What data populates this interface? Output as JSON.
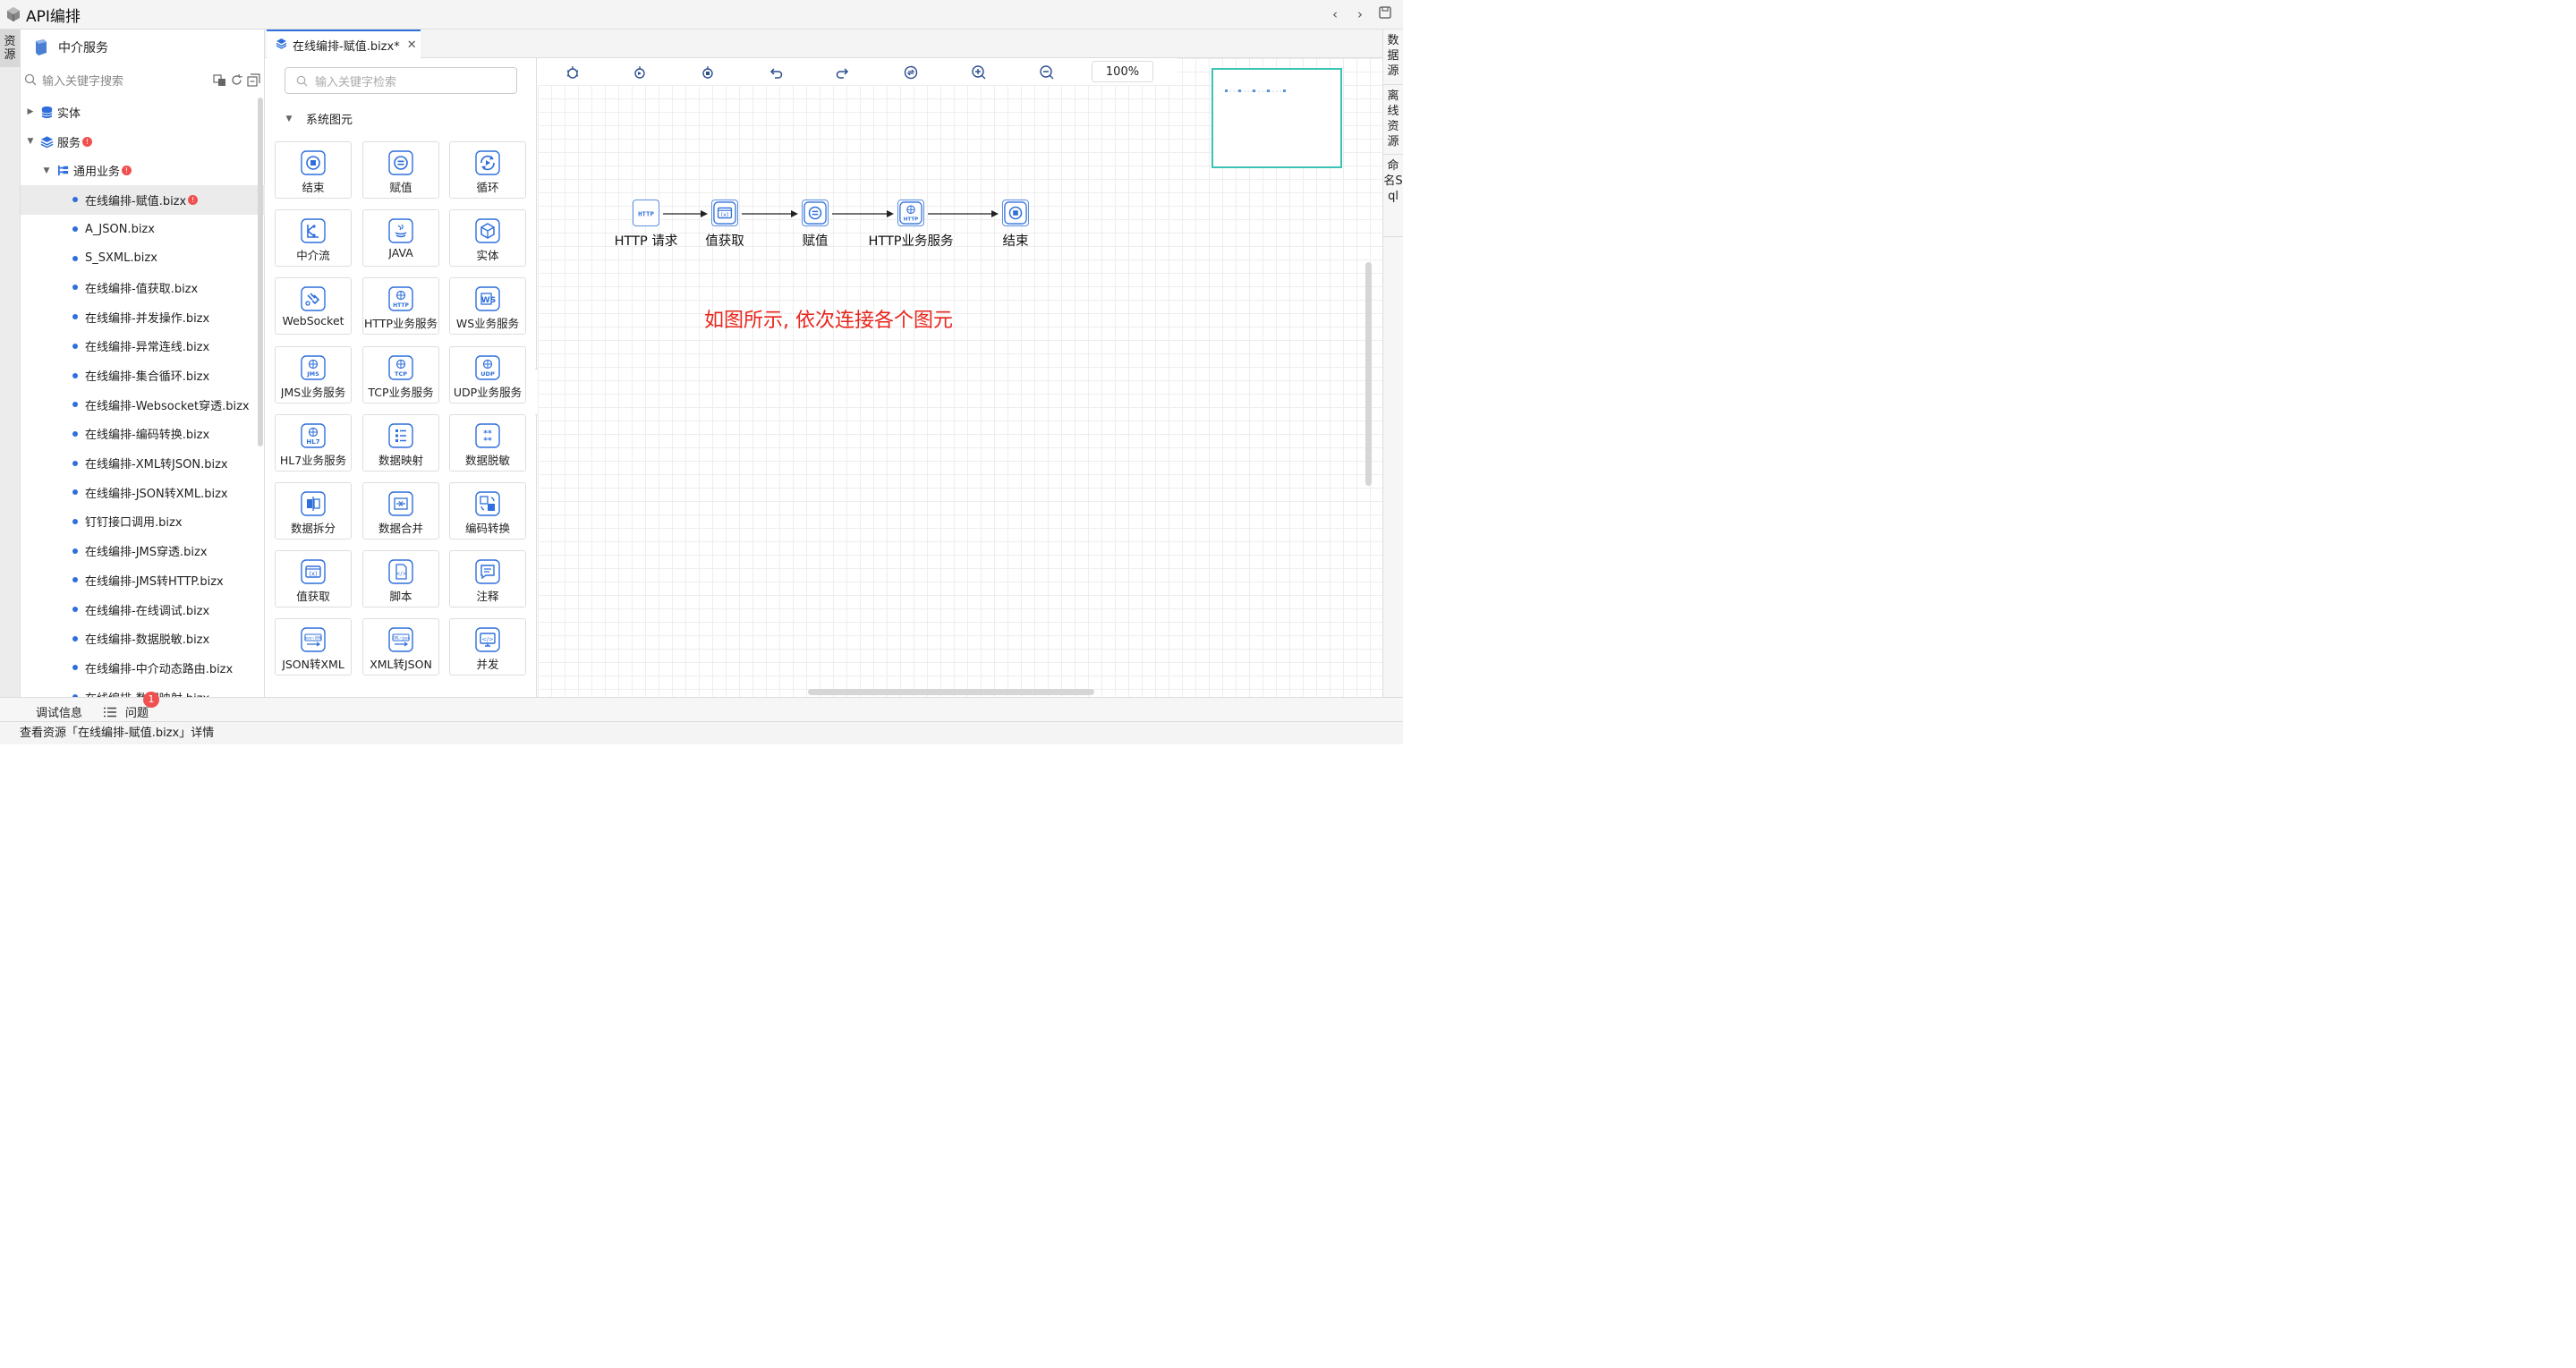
{
  "app": {
    "title": "API编排"
  },
  "left_rail": {
    "tab": "资源"
  },
  "right_rail": {
    "tabs": [
      "数据源",
      "离线资源",
      "命名Sql"
    ]
  },
  "resource_panel": {
    "header": "中介服务",
    "search_placeholder": "输入关键字搜索",
    "tree": [
      {
        "label": "实体",
        "level": 0,
        "caret": "▶",
        "icon": "database-icon"
      },
      {
        "label": "服务",
        "level": 0,
        "caret": "▼",
        "icon": "layers-icon",
        "badge": "!"
      },
      {
        "label": "通用业务",
        "level": 1,
        "caret": "▼",
        "icon": "flow-icon",
        "badge": "!"
      },
      {
        "label": "在线编排-赋值.bizx",
        "level": 2,
        "selected": true,
        "badge": "!"
      },
      {
        "label": "A_JSON.bizx",
        "level": 2
      },
      {
        "label": "S_SXML.bizx",
        "level": 2
      },
      {
        "label": "在线编排-值获取.bizx",
        "level": 2
      },
      {
        "label": "在线编排-并发操作.bizx",
        "level": 2
      },
      {
        "label": "在线编排-异常连线.bizx",
        "level": 2
      },
      {
        "label": "在线编排-集合循环.bizx",
        "level": 2
      },
      {
        "label": "在线编排-Websocket穿透.bizx",
        "level": 2
      },
      {
        "label": "在线编排-编码转换.bizx",
        "level": 2
      },
      {
        "label": "在线编排-XML转JSON.bizx",
        "level": 2
      },
      {
        "label": "在线编排-JSON转XML.bizx",
        "level": 2
      },
      {
        "label": "钉钉接口调用.bizx",
        "level": 2
      },
      {
        "label": "在线编排-JMS穿透.bizx",
        "level": 2
      },
      {
        "label": "在线编排-JMS转HTTP.bizx",
        "level": 2
      },
      {
        "label": "在线编排-在线调试.bizx",
        "level": 2
      },
      {
        "label": "在线编排-数据脱敏.bizx",
        "level": 2
      },
      {
        "label": "在线编排-中介动态路由.bizx",
        "level": 2
      },
      {
        "label": "在线编排-数据映射.bizx",
        "level": 2
      }
    ]
  },
  "editor_tab": {
    "label": "在线编排-赋值.bizx*",
    "close": "✕"
  },
  "palette": {
    "search_placeholder": "输入关键字检索",
    "section": "系统图元",
    "items": [
      {
        "label": "结束",
        "icon": "stop-icon"
      },
      {
        "label": "赋值",
        "icon": "equals-icon"
      },
      {
        "label": "循环",
        "icon": "loop-icon"
      },
      {
        "label": "中介流",
        "icon": "flow-icon"
      },
      {
        "label": "JAVA",
        "icon": "java-icon"
      },
      {
        "label": "实体",
        "icon": "cube-icon"
      },
      {
        "label": "WebSocket",
        "icon": "websocket-icon"
      },
      {
        "label": "HTTP业务服务",
        "icon": "http-globe-icon"
      },
      {
        "label": "WS业务服务",
        "icon": "ws-icon"
      },
      {
        "label": "JMS业务服务",
        "icon": "jms-icon"
      },
      {
        "label": "TCP业务服务",
        "icon": "tcp-icon"
      },
      {
        "label": "UDP业务服务",
        "icon": "udp-icon"
      },
      {
        "label": "HL7业务服务",
        "icon": "hl7-icon"
      },
      {
        "label": "数据映射",
        "icon": "mapping-icon"
      },
      {
        "label": "数据脱敏",
        "icon": "mask-icon"
      },
      {
        "label": "数据拆分",
        "icon": "split-icon"
      },
      {
        "label": "数据合并",
        "icon": "merge-icon"
      },
      {
        "label": "编码转换",
        "icon": "encode-icon"
      },
      {
        "label": "值获取",
        "icon": "value-icon"
      },
      {
        "label": "脚本",
        "icon": "script-icon"
      },
      {
        "label": "注释",
        "icon": "comment-icon"
      },
      {
        "label": "JSON转XML",
        "icon": "json-xml-icon"
      },
      {
        "label": "XML转JSON",
        "icon": "xml-json-icon"
      },
      {
        "label": "并发",
        "icon": "concurrent-icon"
      }
    ]
  },
  "canvas": {
    "zoom": "100%",
    "nodes": [
      {
        "label": "HTTP 请求",
        "icon": "http-icon"
      },
      {
        "label": "值获取",
        "icon": "value-icon"
      },
      {
        "label": "赋值",
        "icon": "equals-icon"
      },
      {
        "label": "HTTP业务服务",
        "icon": "http-globe-icon"
      },
      {
        "label": "结束",
        "icon": "stop-icon"
      }
    ],
    "note": "如图所示, 依次连接各个图元"
  },
  "bottom": {
    "debug": "调试信息",
    "problems": "问题",
    "problem_count": "1"
  },
  "status": {
    "text": "查看资源「在线编排-赋值.bizx」详情"
  },
  "colors": {
    "accent": "#2f6fdb",
    "note": "#e8251c",
    "badge": "#f05050",
    "minimap": "#3cc3b7"
  }
}
